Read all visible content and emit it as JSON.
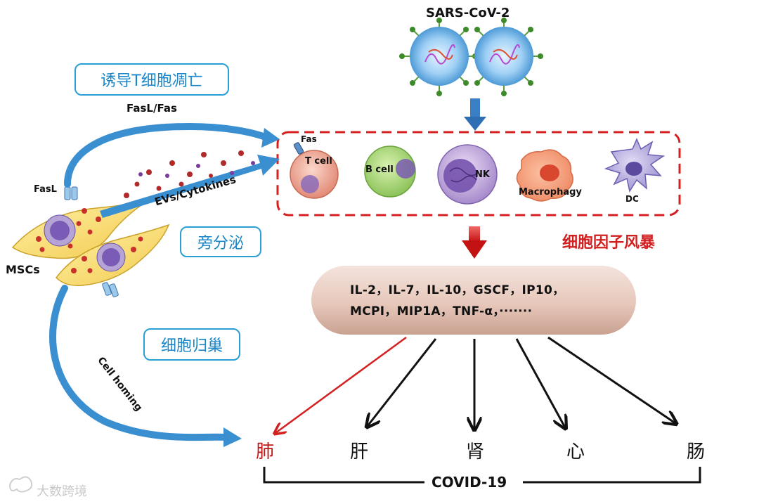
{
  "virus": {
    "label": "SARS-CoV-2"
  },
  "labels_left": {
    "induce_apoptosis": "诱导T细胞凋亡",
    "fasl_fas": "FasL/Fas",
    "fasl": "FasL",
    "evs_cytokines": "EVs/Cytokines",
    "paracrine": "旁分泌",
    "mscs": "MSCs",
    "cell_homing_cn": "细胞归巢",
    "cell_homing_en": "Cell homing"
  },
  "immune_cells": {
    "fas": "Fas",
    "t_cell": "T cell",
    "b_cell": "B cell",
    "nk": "NK",
    "macrophage": "Macrophagy",
    "dc": "DC"
  },
  "cytokine_storm": "细胞因子风暴",
  "cytokines": {
    "line1": "IL-2，IL-7，IL-10，GSCF，IP10，",
    "line2": "MCPI，MIP1A，TNF-α，·······"
  },
  "organs": [
    "肺",
    "肝",
    "肾",
    "心",
    "肠"
  ],
  "disease": "COVID-19",
  "watermark": "大数跨境",
  "colors": {
    "blue_arrow": "#3a8fd0",
    "red_dash": "#d42020",
    "red_text": "#d21f1f",
    "pill_border": "#2a9fd6"
  }
}
